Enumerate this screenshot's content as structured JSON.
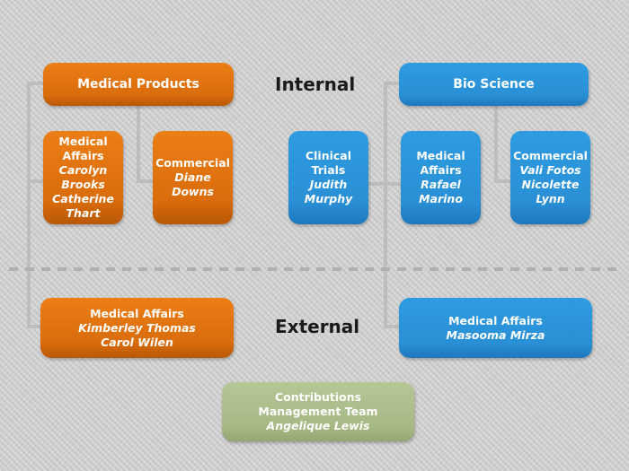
{
  "section_labels": {
    "internal": "Internal",
    "external": "External"
  },
  "colors": {
    "medical_products": "#e57812",
    "bio_science": "#2a93d9",
    "contributions": "#aabb88"
  },
  "medical_products": {
    "title": "Medical Products",
    "medical_affairs": {
      "dept": [
        "Medical",
        "Affairs"
      ],
      "people": [
        "Carolyn",
        "Brooks",
        "Catherine",
        "Thart"
      ]
    },
    "commercial": {
      "dept": "Commercial",
      "people": [
        "Diane",
        "Downs"
      ]
    },
    "external": {
      "dept": "Medical Affairs",
      "people": [
        "Kimberley Thomas",
        "Carol Wilen"
      ]
    }
  },
  "bio_science": {
    "title": "Bio Science",
    "clinical_trials": {
      "dept": [
        "Clinical",
        "Trials"
      ],
      "people": [
        "Judith",
        "Murphy"
      ]
    },
    "medical_affairs": {
      "dept": [
        "Medical",
        "Affairs"
      ],
      "people": [
        "Rafael",
        "Marino"
      ]
    },
    "commercial": {
      "dept": "Commercial",
      "people": [
        "Vali Fotos",
        "Nicolette",
        "Lynn"
      ]
    },
    "external": {
      "dept": "Medical Affairs",
      "people": [
        "Masooma Mirza"
      ]
    }
  },
  "contributions": {
    "dept": [
      "Contributions",
      "Management Team"
    ],
    "people": [
      "Angelique Lewis"
    ]
  }
}
